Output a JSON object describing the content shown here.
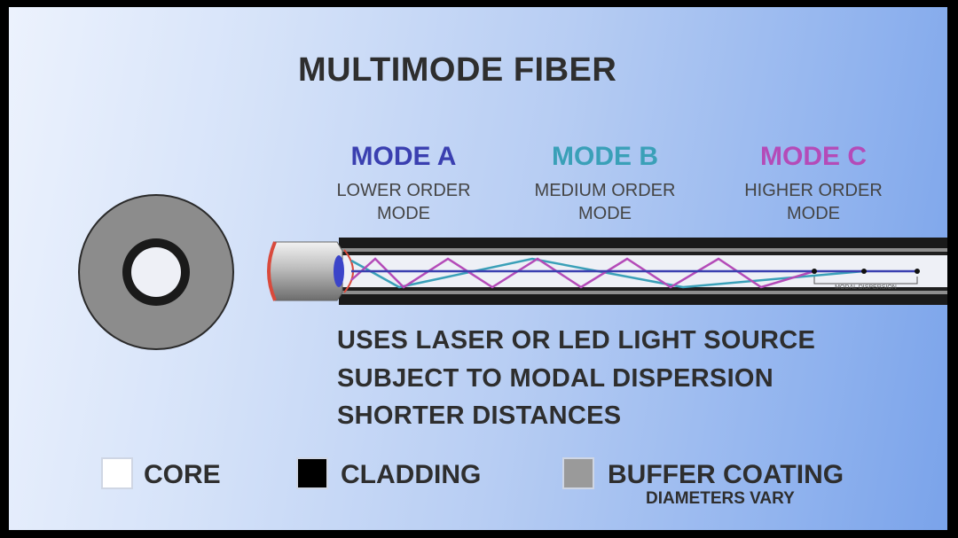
{
  "title": "MULTIMODE FIBER",
  "modes": [
    {
      "name": "MODE A",
      "line1": "LOWER ORDER",
      "line2": "MODE",
      "color": "#3a3fb0"
    },
    {
      "name": "MODE B",
      "line1": "MEDIUM ORDER",
      "line2": "MODE",
      "color": "#3aa0b8"
    },
    {
      "name": "MODE C",
      "line1": "HIGHER ORDER",
      "line2": "MODE",
      "color": "#b44bb8"
    }
  ],
  "bullets": [
    "USES LASER OR LED LIGHT SOURCE",
    "SUBJECT TO MODAL DISPERSION",
    "SHORTER DISTANCES"
  ],
  "dispersion_label": "MODAL DISPERSION",
  "legend": [
    {
      "label": "CORE",
      "color": "#ffffff"
    },
    {
      "label": "CLADDING",
      "color": "#000000"
    },
    {
      "label": "BUFFER COATING",
      "color": "#9a9a9a"
    }
  ],
  "legend_note": "DIAMETERS VARY",
  "colors": {
    "buffer": "#8c8c8c",
    "cladding": "#1a1a1a",
    "core": "#eef0f6"
  }
}
